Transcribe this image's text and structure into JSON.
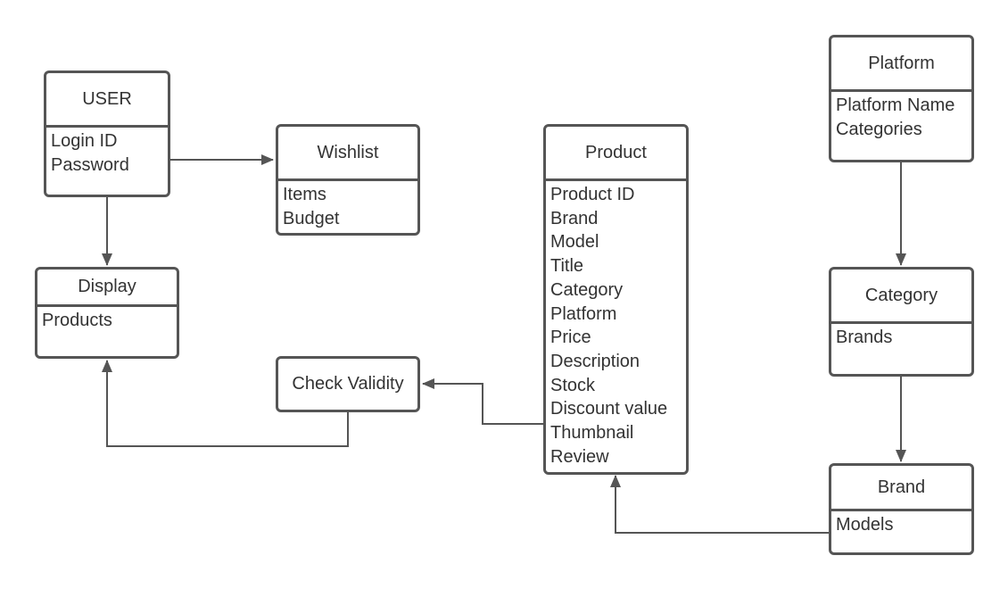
{
  "entities": {
    "user": {
      "title": "USER",
      "attributes": [
        "Login ID",
        "Password"
      ]
    },
    "wishlist": {
      "title": "Wishlist",
      "attributes": [
        "Items",
        "Budget"
      ]
    },
    "display": {
      "title": "Display",
      "attributes": [
        "Products"
      ]
    },
    "product": {
      "title": "Product",
      "attributes": [
        "Product ID",
        "Brand",
        "Model",
        "Title",
        "Category",
        "Platform",
        "Price",
        "Description",
        "Stock",
        "Discount value",
        "Thumbnail",
        "Review"
      ]
    },
    "platform": {
      "title": "Platform",
      "attributes": [
        "Platform Name",
        "Categories"
      ]
    },
    "category": {
      "title": "Category",
      "attributes": [
        "Brands"
      ]
    },
    "brand": {
      "title": "Brand",
      "attributes": [
        "Models"
      ]
    }
  },
  "process": {
    "check_validity": "Check Validity"
  },
  "connections": [
    {
      "from": "user",
      "to": "wishlist"
    },
    {
      "from": "user",
      "to": "display"
    },
    {
      "from": "product",
      "to": "check_validity"
    },
    {
      "from": "check_validity",
      "to": "display"
    },
    {
      "from": "platform",
      "to": "category"
    },
    {
      "from": "category",
      "to": "brand"
    },
    {
      "from": "brand",
      "to": "product"
    }
  ],
  "colors": {
    "stroke": "#555555",
    "text": "#333333",
    "background": "#ffffff"
  }
}
